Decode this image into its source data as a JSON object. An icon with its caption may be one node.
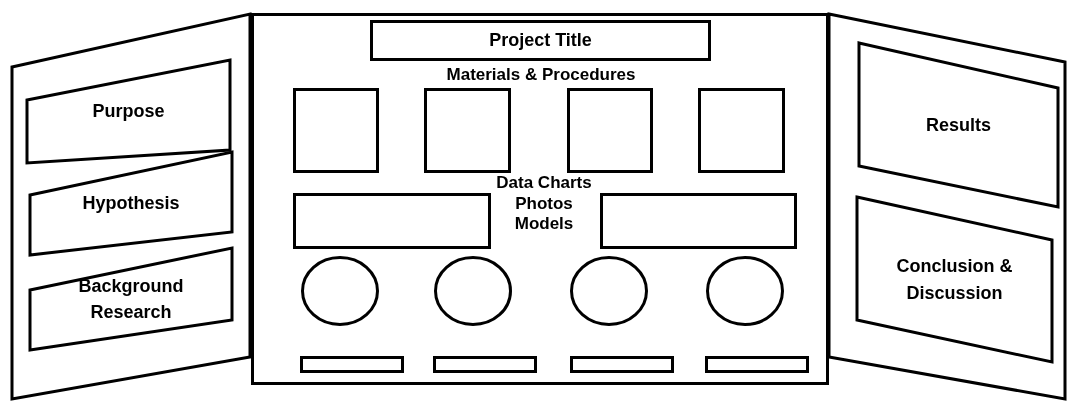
{
  "diagram": {
    "nodes": [
      {
        "text": [],
        "shape": "box"
      },
      {
        "text": [
          "Purpose"
        ],
        "in": 0
      },
      {
        "text": [
          "Hypothesis"
        ],
        "in": 0
      },
      {
        "text": [
          "Background Research"
        ],
        "in": 0
      },
      {
        "text": [],
        "shape": "box"
      },
      {
        "text": [
          "Project Title"
        ],
        "in": 4
      },
      {
        "text": [],
        "shape": "box",
        "in": 4
      },
      {
        "text": [],
        "shape": "box",
        "in": 4
      },
      {
        "text": [],
        "shape": "box",
        "in": 4
      },
      {
        "text": [],
        "shape": "box",
        "in": 4
      },
      {
        "text": [],
        "shape": "box",
        "in": 4
      },
      {
        "text": [],
        "shape": "box",
        "in": 4
      },
      {
        "text": [],
        "shape": "circle",
        "in": 4
      },
      {
        "text": [],
        "shape": "circle",
        "in": 4
      },
      {
        "text": [],
        "shape": "circle",
        "in": 4
      },
      {
        "text": [],
        "shape": "circle",
        "in": 4
      },
      {
        "text": [],
        "shape": "bar",
        "in": 4
      },
      {
        "text": [],
        "shape": "bar",
        "in": 4
      },
      {
        "text": [],
        "shape": "bar",
        "in": 4
      },
      {
        "text": [],
        "shape": "bar",
        "in": 4
      },
      {
        "text": [],
        "shape": "box"
      },
      {
        "text": [
          "Results"
        ],
        "in": 20
      },
      {
        "text": [
          "Conclusion & Discussion"
        ],
        "in": 20
      }
    ],
    "labels": [
      "Materials & Procedures",
      "Data Charts Photos Models"
    ]
  }
}
